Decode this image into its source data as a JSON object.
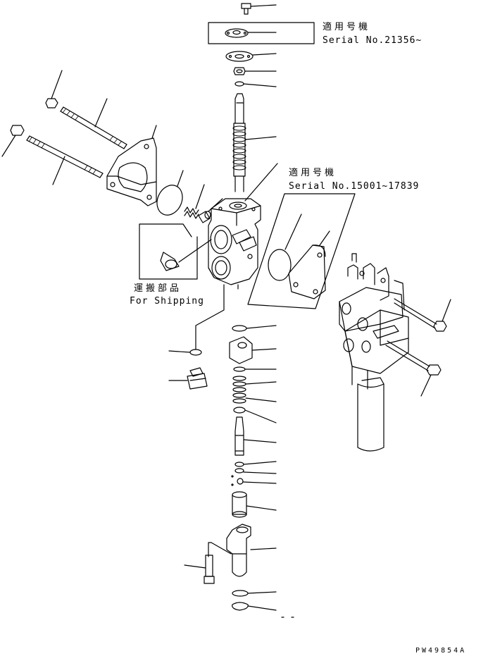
{
  "applicable_top": {
    "jp": "適用号機",
    "serial": "Serial No.21356~"
  },
  "applicable_mid": {
    "jp": "適用号機",
    "serial": "Serial No.15001~17839"
  },
  "shipping": {
    "jp": "運搬部品",
    "en": "For Shipping"
  },
  "drawing_code": "PW49854A"
}
